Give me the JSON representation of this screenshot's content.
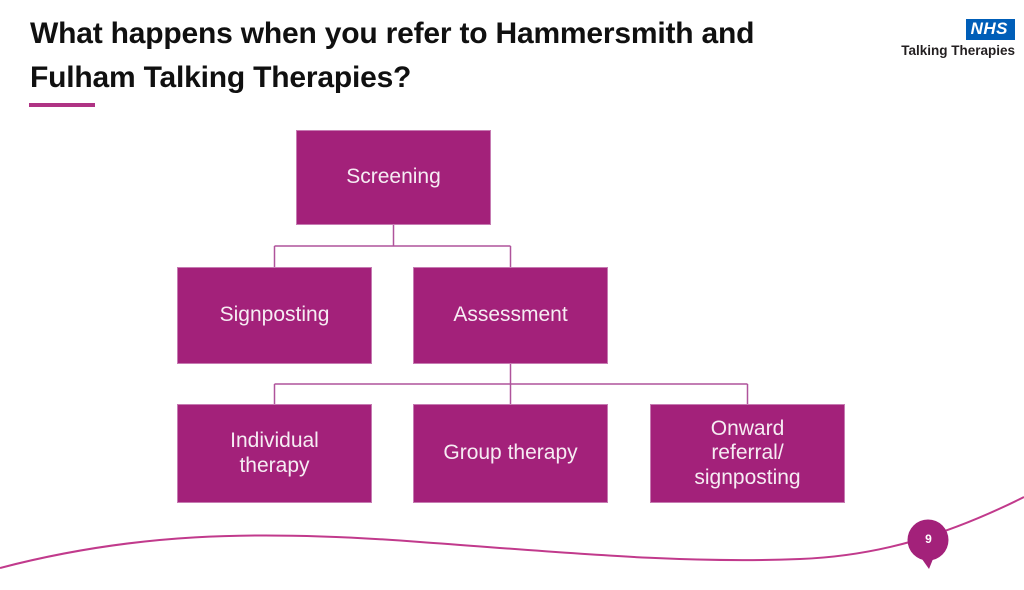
{
  "slide": {
    "title_lines": [
      "What happens when you refer to Hammersmith and",
      "Fulham Talking Therapies?"
    ],
    "page_number": "9"
  },
  "logo": {
    "nhs": "NHS",
    "subtitle": "Talking Therapies"
  },
  "flowchart": {
    "nodes": [
      {
        "id": "screening",
        "label": "Screening"
      },
      {
        "id": "signposting",
        "label": "Signposting"
      },
      {
        "id": "assessment",
        "label": "Assessment"
      },
      {
        "id": "individual-therapy",
        "label": "Individual therapy"
      },
      {
        "id": "group-therapy",
        "label": "Group therapy"
      },
      {
        "id": "onward-referral",
        "label": "Onward referral/ signposting"
      }
    ],
    "edges": [
      {
        "from": "Screening",
        "to": "Signposting"
      },
      {
        "from": "Screening",
        "to": "Assessment"
      },
      {
        "from": "Assessment",
        "to": "Individual therapy"
      },
      {
        "from": "Assessment",
        "to": "Group therapy"
      },
      {
        "from": "Assessment",
        "to": "Onward referral/ signposting"
      }
    ]
  },
  "colors": {
    "node_fill": "#A3217A",
    "node_border": "#C67BB2",
    "node_text": "#F6ECF3",
    "connector": "#AF539B",
    "wave": "#C13A8C",
    "bubble_fill": "#A3217A",
    "nhs_blue": "#005EB8",
    "title_text": "#101010",
    "accent_underline": "#AF3384"
  }
}
